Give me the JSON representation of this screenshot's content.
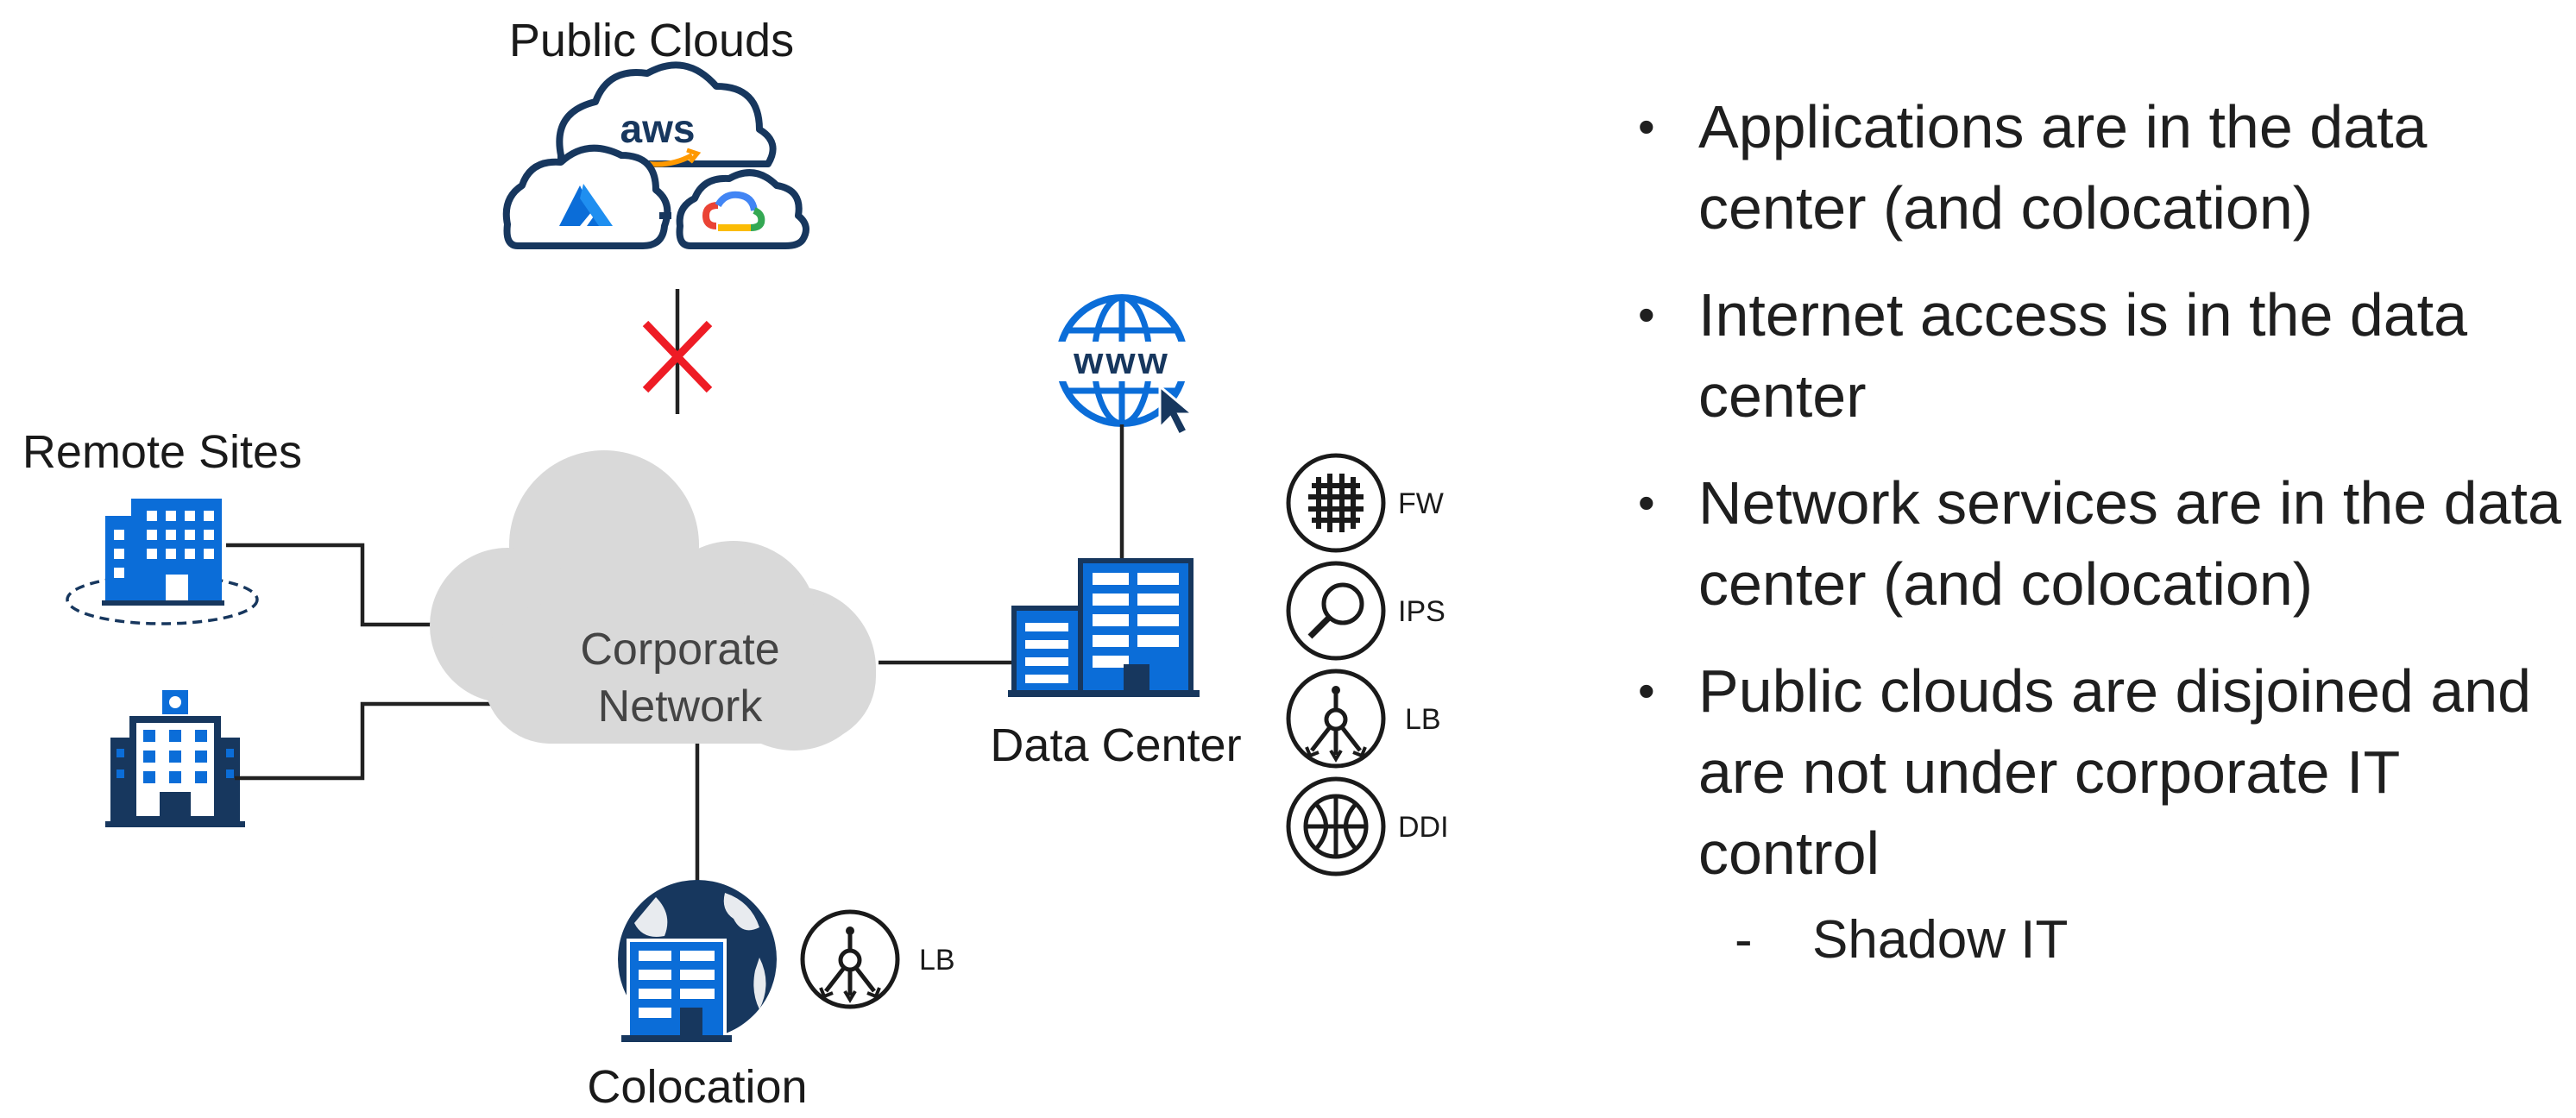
{
  "labels": {
    "public_clouds": "Public Clouds",
    "aws": "aws",
    "remote_sites": "Remote Sites",
    "corporate_network_line1": "Corporate",
    "corporate_network_line2": "Network",
    "data_center": "Data Center",
    "colocation": "Colocation",
    "www": "www"
  },
  "services": {
    "fw": "FW",
    "ips": "IPS",
    "lb": "LB",
    "ddi": "DDI",
    "colocation_lb": "LB"
  },
  "bullets": [
    {
      "text": "Applications are in the data center (and colocation)"
    },
    {
      "text": "Internet access is in the data center"
    },
    {
      "text": "Network services are in the data center (and colocation)"
    },
    {
      "text": "Public clouds are disjoined and are not under corporate IT control"
    }
  ],
  "sub_bullet": {
    "marker": "-",
    "text": "Shadow IT"
  },
  "bullet_marker": "•",
  "colors": {
    "brand_blue": "#0b6dd8",
    "navy": "#17375e",
    "cloud_grey": "#d9d9d9",
    "cross_red": "#ee1c25",
    "aws_orange": "#ff9900"
  }
}
